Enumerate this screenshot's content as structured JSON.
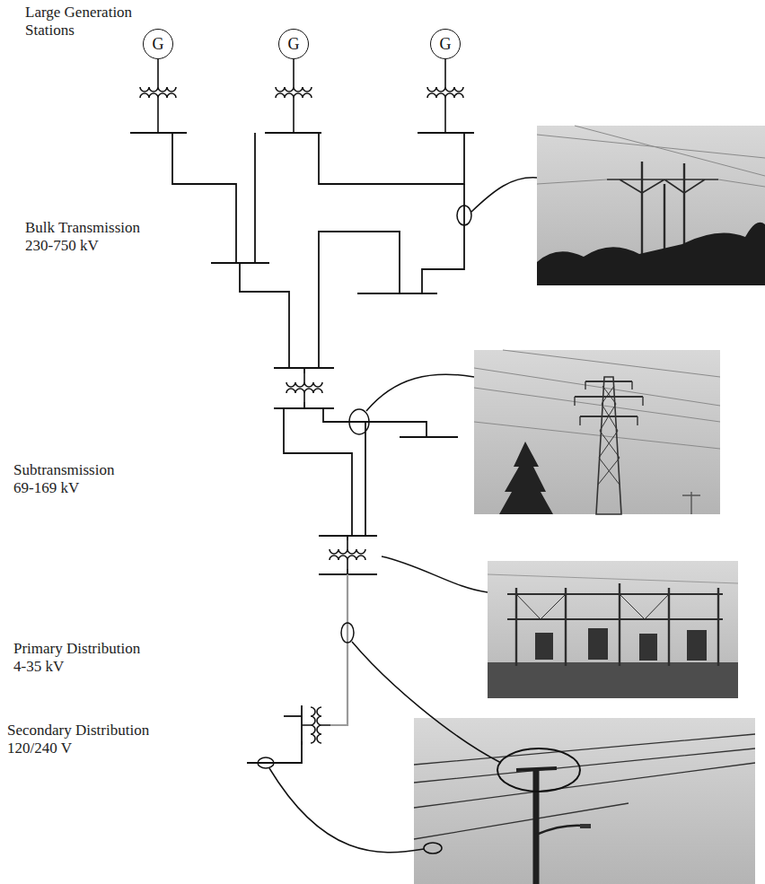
{
  "diagram": {
    "nodes": [
      {
        "text": [
          "G"
        ]
      },
      {
        "text": [
          "G"
        ]
      },
      {
        "text": [
          "G"
        ]
      }
    ],
    "labels": [
      "Large Generation Stations",
      "Bulk Transmission 230-750 kV",
      "Subtransmission 69-169 kV",
      "Primary Distribution 4-35 kV",
      "Secondary Distribution 120/240 V"
    ]
  }
}
